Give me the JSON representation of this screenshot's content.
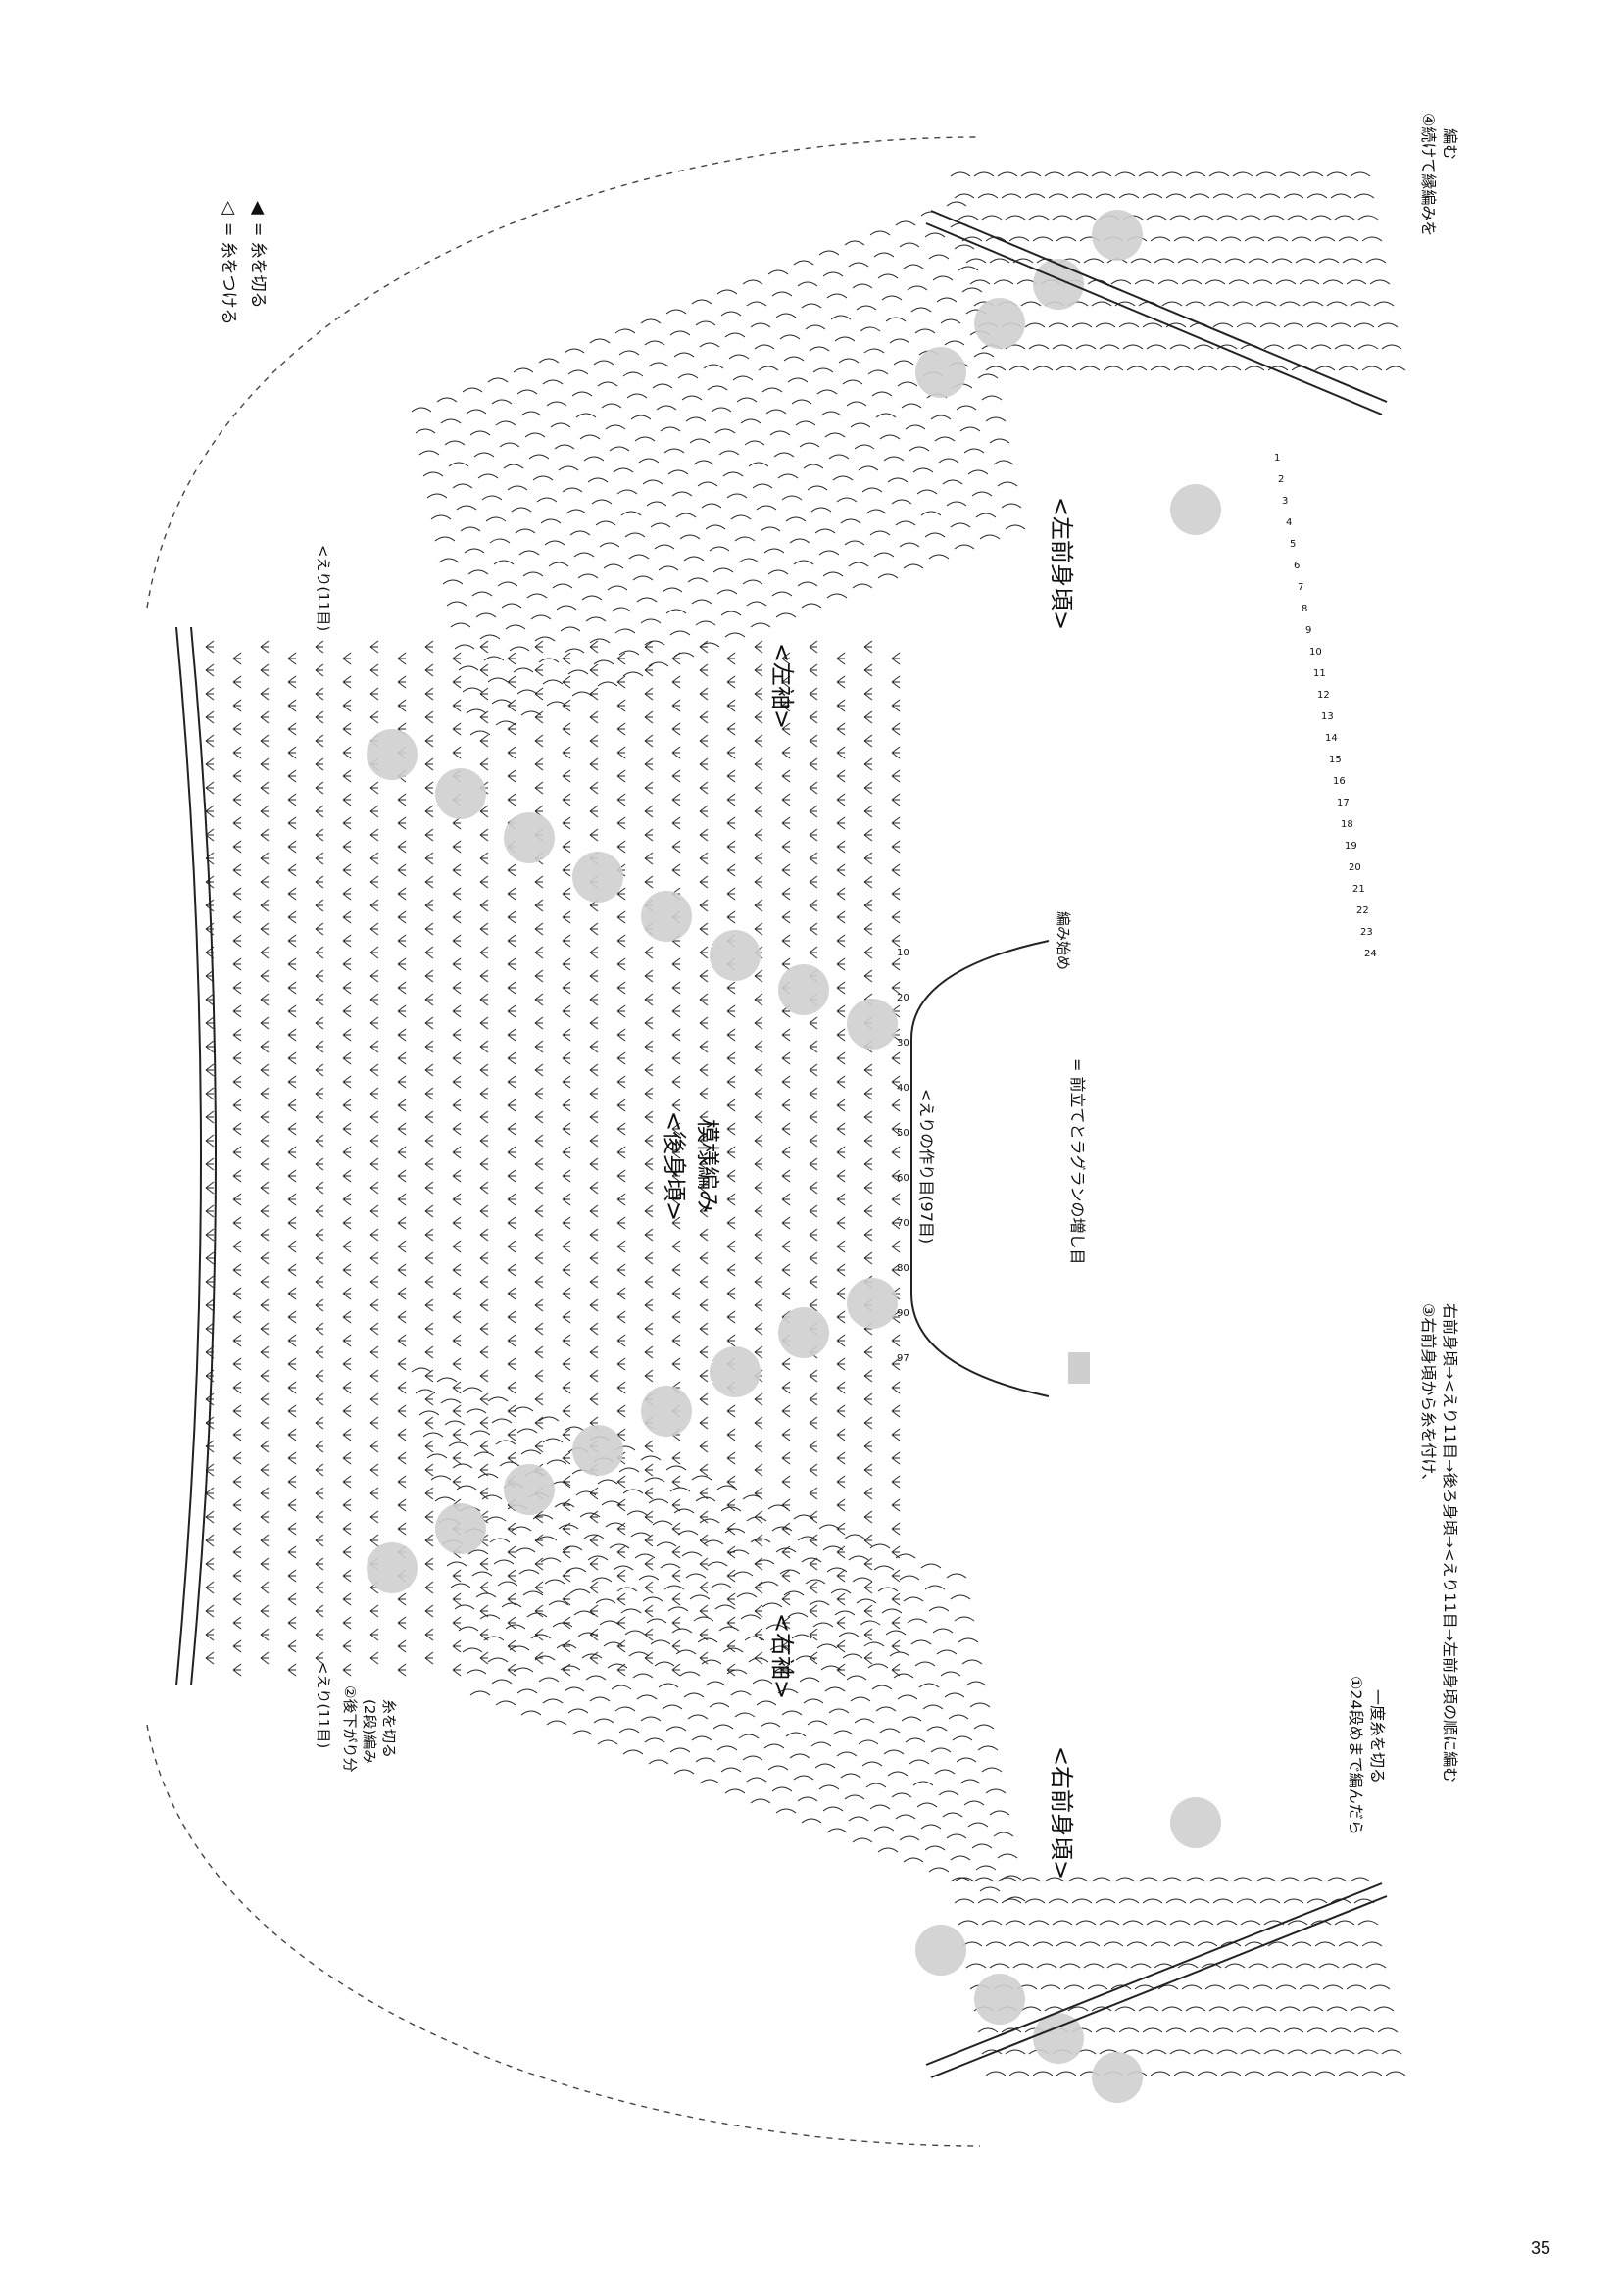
{
  "page_number": "35",
  "legend": {
    "attach_symbol": "◁",
    "attach_text": "= 糸をつける",
    "cut_symbol": "◀",
    "cut_text": "= 糸を切る",
    "shading_text": "= 前立てとラグランの増し目"
  },
  "labels": {
    "back_body": "<後身頃>",
    "pattern": "模様編み",
    "left_sleeve": "<左袖>",
    "right_sleeve": "<右袖>",
    "left_front": "<左前身頃>",
    "right_front": "<右前身頃>",
    "foundation": "<えりの作り目(97目)",
    "start": "編み始め",
    "gusset_top": "<えり(11目)",
    "gusset_bottom": "<えり(11目)"
  },
  "notes": {
    "note1_line1": "①24段めまで編んだら",
    "note1_line2": "一度糸を切る",
    "note2_line1": "②後下がり分",
    "note2_line2": "(2段)編み",
    "note2_line3": "糸を切る",
    "note3_line1": "③右前身頃から糸を付け、",
    "note3_line2": "右前身頃→<えり11目→後ろ身頃→<えり11目→左前身頃の順に編む",
    "note4_line1": "④続けて縁編みを",
    "note4_line2": "編む"
  },
  "row_numbers": [
    "1",
    "2",
    "3",
    "4",
    "5",
    "6",
    "7",
    "8",
    "9",
    "10",
    "11",
    "12",
    "13",
    "14",
    "15",
    "16",
    "17",
    "18",
    "19",
    "20",
    "21",
    "22",
    "23",
    "24"
  ],
  "stitch_counts": [
    "10",
    "20",
    "30",
    "40",
    "50",
    "60",
    "70",
    "80",
    "90",
    "97"
  ],
  "colors": {
    "ink": "#222222",
    "shade": "#cfcfcf",
    "dash": "#444444"
  }
}
